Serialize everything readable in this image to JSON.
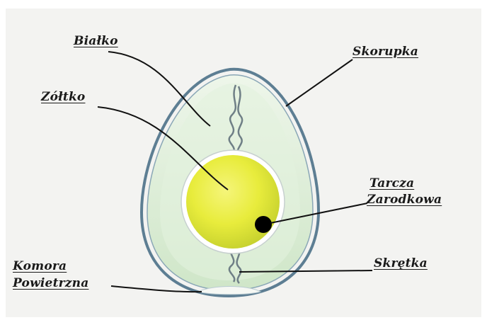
{
  "labels": {
    "bialko": "Białko",
    "skorupka": "Skorupka",
    "zoltko": "Zółtko",
    "tarcza_line1": "Tarcza",
    "tarcza_line2": "Zarodkowa",
    "komora_line1": "Komora",
    "komora_line2": "Powietrzna",
    "skretka": "Skrętka"
  },
  "colors": {
    "background": "#ffffff",
    "panel": "#f4f4f2",
    "shell_outline": "#5d7e93",
    "albumen": "#d6ead0",
    "yolk_center": "#f2f25a",
    "yolk_edge": "#c9d433",
    "germinal_disc": "#000000",
    "leader_lines": "#111111"
  }
}
